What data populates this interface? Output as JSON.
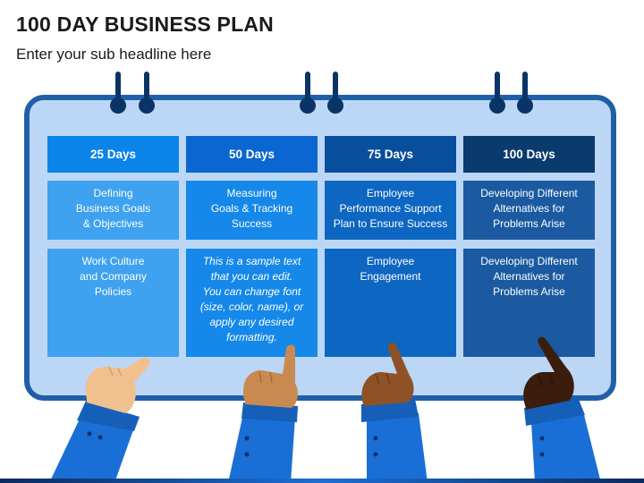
{
  "header": {
    "title": "100 DAY BUSINESS PLAN",
    "subtitle": "Enter your sub headline here"
  },
  "colors": {
    "board_fill": "#bcd7f6",
    "board_border": "#1f5fa8",
    "col1": "#0a84e8",
    "col2": "#0a66d0",
    "col3": "#074f9c",
    "col4": "#0b3b6e",
    "body1": "#3ea2f0",
    "body2": "#1588ea",
    "body3": "#0d66c2",
    "body4": "#1b5aa0"
  },
  "columns": [
    {
      "header": "25 Days",
      "row1": "Defining\nBusiness Goals\n& Objectives",
      "row2": "Work Culture\nand Company\nPolicies"
    },
    {
      "header": "50 Days",
      "row1": "Measuring\nGoals & Tracking\nSuccess",
      "row2": "This is a sample text\nthat you can edit.\nYou can change font\n(size, color, name), or\napply any desired\nformatting."
    },
    {
      "header": "75 Days",
      "row1": "Employee\nPerformance Support\nPlan to Ensure Success",
      "row2": "Employee\nEngagement"
    },
    {
      "header": "100 Days",
      "row1": "Developing Different\nAlternatives for\nProblems Arise",
      "row2": "Developing Different\nAlternatives for\nProblems Arise"
    }
  ],
  "icons": {
    "binder_rings": "binder-ring-icon",
    "hands": [
      "pointing-hand-icon-light",
      "pointing-hand-icon-tan",
      "pointing-hand-icon-brown",
      "pointing-hand-icon-dark"
    ]
  }
}
